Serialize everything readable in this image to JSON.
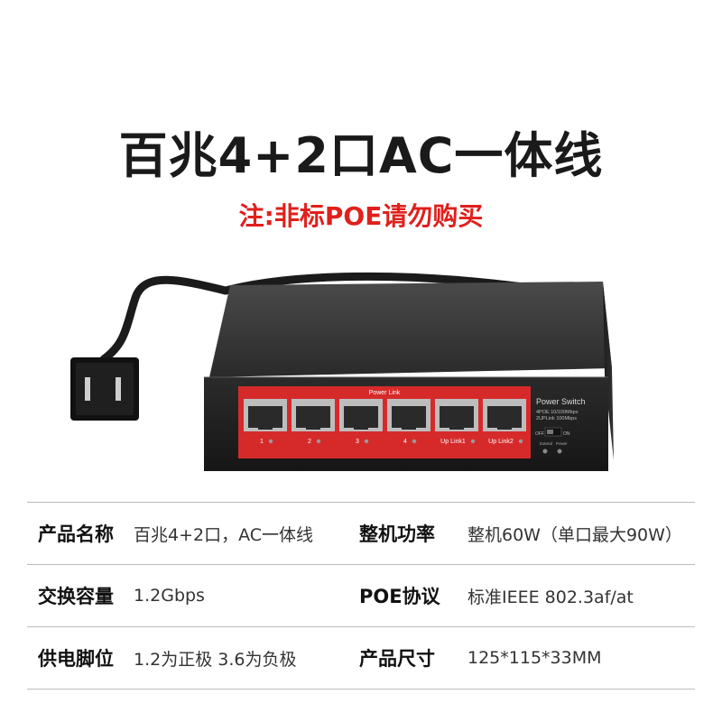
{
  "title": "百兆4+2口AC一体线",
  "notice": "注:非标POE请勿购买",
  "device": {
    "top_label": "Power Link",
    "brand": "Power Switch",
    "spec_line1": "4POE 10/100Mbps",
    "spec_line2": "2UPLink 100Mbps",
    "switch_off": "OFF",
    "switch_on": "ON",
    "led_label1": "Extend",
    "led_label2": "Power",
    "ports": [
      "1",
      "2",
      "3",
      "4",
      "Up Link1",
      "Up Link2"
    ]
  },
  "specs": [
    {
      "k1": "产品名称",
      "v1": "百兆4+2口，AC一体线",
      "k2": "整机功率",
      "v2": "整机60W（单口最大90W）"
    },
    {
      "k1": "交换容量",
      "v1": "1.2Gbps",
      "k2": "POE协议",
      "v2": "标准IEEE 802.3af/at"
    },
    {
      "k1": "供电脚位",
      "v1": "1.2为正极 3.6为负极",
      "k2": "产品尺寸",
      "v2": "125*115*33MM"
    }
  ]
}
